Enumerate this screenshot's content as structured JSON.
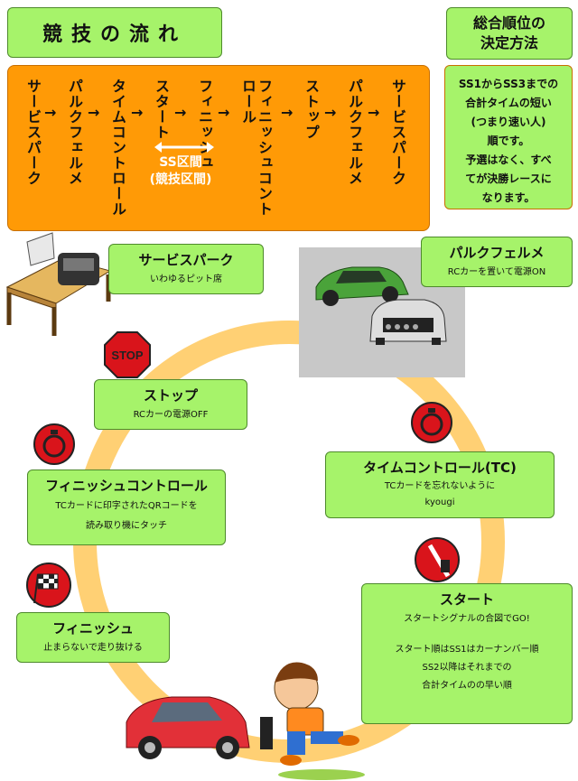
{
  "header": {
    "title": "競技の流れ",
    "ranking_title_line1": "総合順位の",
    "ranking_title_line2": "決定方法"
  },
  "flow_steps": [
    "サービスパーク",
    "パルクフェルメ",
    "タイムコントロール",
    "スタート",
    "フィニッシュ",
    "フィニッシュコントロール",
    "ストップ",
    "パルクフェルメ",
    "サービスパーク"
  ],
  "flow_arrow": "→",
  "ss_section": {
    "label": "SS区間",
    "sub": "(競技区間)"
  },
  "ranking_text": {
    "line1": "SS1からSS3までの",
    "line2": "合計タイムの短い",
    "line3": "(つまり速い人)",
    "line4": "順です。",
    "line5": "予選はなく、すべ",
    "line6": "てが決勝レースに",
    "line7": "なります。"
  },
  "cards": {
    "service_park": {
      "title": "サービスパーク",
      "desc": "いわゆるピット席"
    },
    "parc_ferme": {
      "title": "パルクフェルメ",
      "desc": "RCカーを置いて電源ON"
    },
    "stop": {
      "title": "ストップ",
      "desc": "RCカーの電源OFF"
    },
    "time_control": {
      "title": "タイムコントロール(TC)",
      "desc1": "TCカードを忘れないように",
      "desc2": "kyougi"
    },
    "finish_control": {
      "title": "フィニッシュコントロール",
      "desc1": "TCカードに印字されたQRコードを",
      "desc2": "読み取り機にタッチ"
    },
    "finish": {
      "title": "フィニッシュ",
      "desc": "止まらないで走り抜ける"
    },
    "start": {
      "title": "スタート",
      "desc1": "スタートシグナルの合図でGO!",
      "desc2": "スタート順はSS1はカーナンバー順",
      "desc3": "SS2以降はそれまでの",
      "desc4": "合計タイムのの早い順"
    }
  },
  "stop_sign_text": "STOP",
  "colors": {
    "green_box": "#a6f36a",
    "orange_box": "#ff9a06",
    "track": "#ffd074",
    "icon_red": "#d9141b"
  }
}
